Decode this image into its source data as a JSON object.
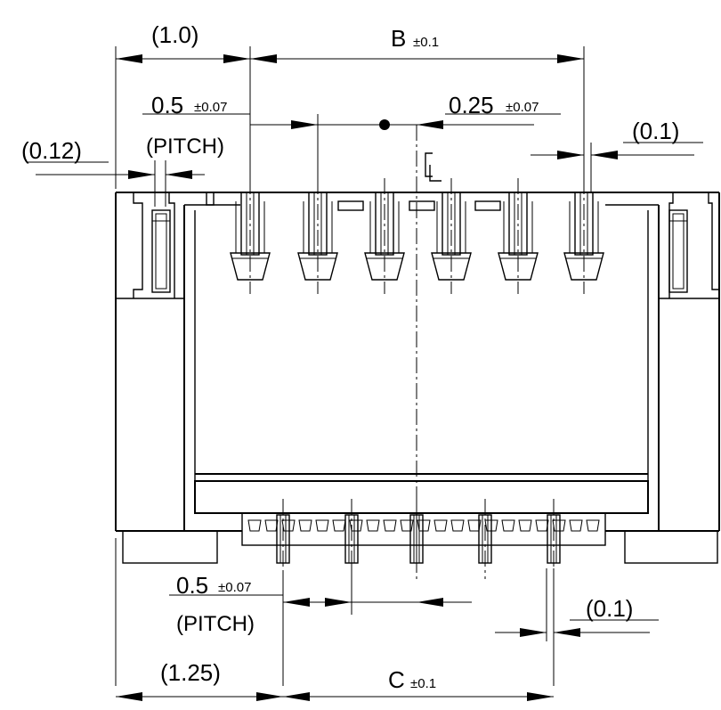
{
  "dims": {
    "pitch_top": {
      "value": "0.5",
      "tol": "±0.07",
      "note": "(PITCH)"
    },
    "offset_top": {
      "value": "0.25",
      "tol": "±0.07"
    },
    "b": {
      "value": "B",
      "tol": "±0.1"
    },
    "c": {
      "value": "C",
      "tol": "±0.1"
    },
    "pitch_bottom": {
      "value": "0.5",
      "tol": "±0.07",
      "note": "(PITCH)"
    },
    "left_top": "(1.0)",
    "left_edge": "(0.12)",
    "pin_width_top": "(0.1)",
    "pin_width_bottom": "(0.1)",
    "left_bottom": "(1.25)"
  },
  "centerline_symbol": "CL"
}
